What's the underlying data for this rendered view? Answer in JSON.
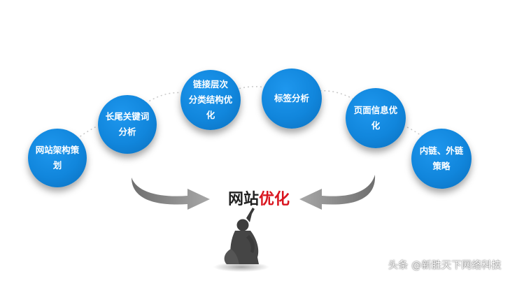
{
  "diagram": {
    "nodes": [
      {
        "id": "n1",
        "label": "网站架构策划"
      },
      {
        "id": "n2",
        "label": "长尾关键词\n分析"
      },
      {
        "id": "n3",
        "label": "链接层次\n分类结构优化"
      },
      {
        "id": "n4",
        "label": "标签分析"
      },
      {
        "id": "n5",
        "label": "页面信息优化"
      },
      {
        "id": "n6",
        "label": "内链、外链\n策略"
      }
    ],
    "center_title": {
      "part1": "网站",
      "part2": "优化"
    },
    "colors": {
      "node_fill": "#1186dc",
      "title_dark": "#222222",
      "title_red": "#d9151f",
      "arrow": "#8c8c8c"
    }
  },
  "watermark": "头条 @新胜天下网络科技"
}
